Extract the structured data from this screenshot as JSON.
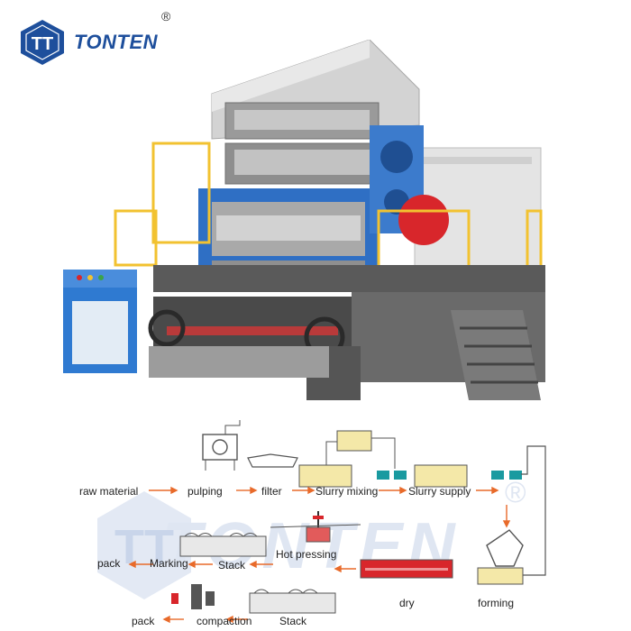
{
  "brand": {
    "name": "TONTEN",
    "registered_mark": "®",
    "logo_glyph": "TT",
    "color": "#1e4f9c"
  },
  "flow": {
    "raw_material": "raw material",
    "pulping": "pulping",
    "filter": "filter",
    "slurry_mixing": "Slurry mixing",
    "slurry_supply": "Slurry supply",
    "hot_pressing": "Hot pressing",
    "pack_1": "pack",
    "marking": "Marking",
    "stack_1": "Stack",
    "dry": "dry",
    "forming": "forming",
    "pack_2": "pack",
    "compaction": "compaction",
    "stack_2": "Stack"
  },
  "watermark": {
    "text": "TONTEN",
    "registered_mark": "®"
  },
  "colors": {
    "frame_blue": "#2f6fc4",
    "railing_yellow": "#f2c230",
    "arrow_orange": "#e86a2a",
    "dryer_red": "#d8262b",
    "valve_teal": "#1a9aa0",
    "tank_yellow": "#f4e8a8"
  }
}
